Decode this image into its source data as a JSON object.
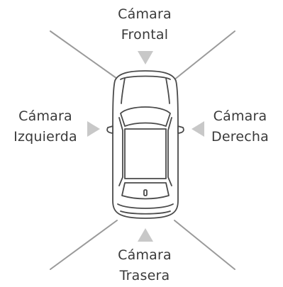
{
  "cameras": {
    "front": {
      "line1": "Cámara",
      "line2": "Frontal"
    },
    "left": {
      "line1": "Cámara",
      "line2": "Izquierda"
    },
    "right": {
      "line1": "Cámara",
      "line2": "Derecha"
    },
    "rear": {
      "line1": "Cámara",
      "line2": "Trasera"
    }
  },
  "colors": {
    "text": "#3a3a3a",
    "car_outline": "#4a4a4a",
    "rays": "#9a9a9a",
    "arrows": "#c8c8c8"
  }
}
